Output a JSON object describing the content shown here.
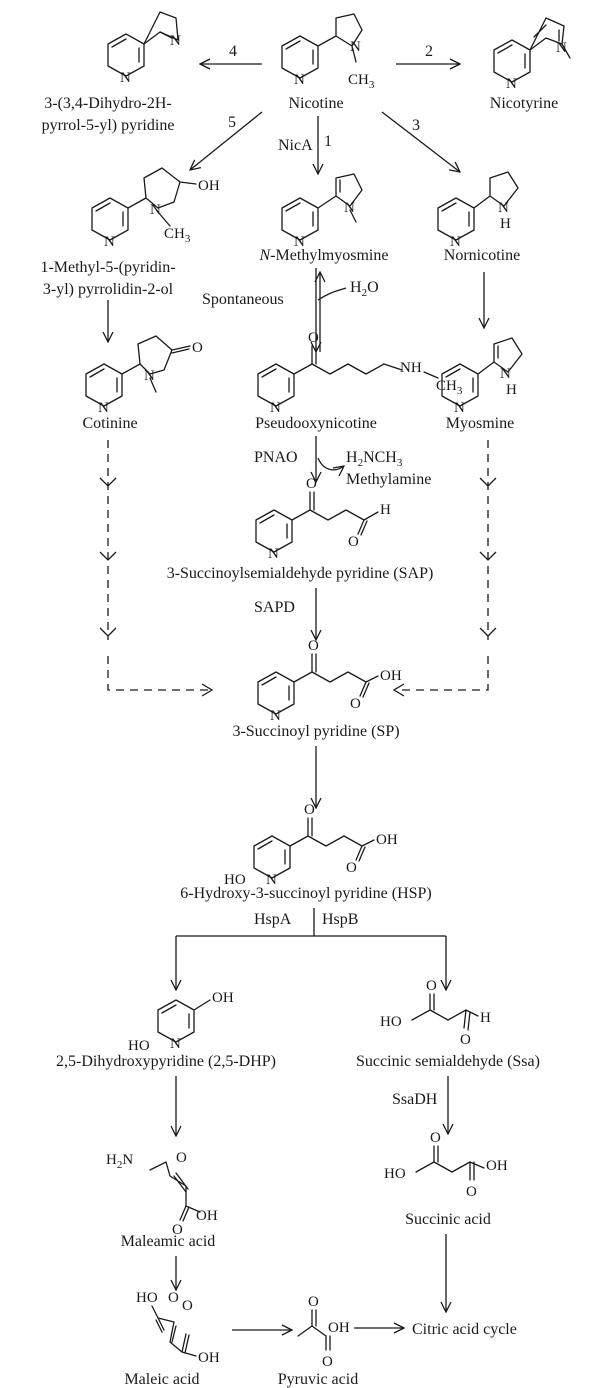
{
  "compounds": {
    "nicotine": "Nicotine",
    "nicotyrine": "Nicotyrine",
    "dihydropyrrolyl_pyridine": [
      "3-(3,4-Dihydro-2H-",
      "pyrrol-5-yl) pyridine"
    ],
    "methyl_pyrrolidinol": [
      "1-Methyl-5-(pyridin-",
      "3-yl)  pyrrolidin-2-ol"
    ],
    "n_methylmyosmine": "-Methylmyosmine",
    "n_methylmyosmine_prefix": "N",
    "nornicotine": "Nornicotine",
    "cotinine": "Cotinine",
    "pseudooxynicotine": "Pseudooxynicotine",
    "myosmine": "Myosmine",
    "methylamine": "Methylamine",
    "sap": "3-Succinoylsemialdehyde pyridine (SAP)",
    "sp": "3-Succinoyl pyridine (SP)",
    "hsp": "6-Hydroxy-3-succinoyl pyridine (HSP)",
    "dhp": "2,5-Dihydroxypyridine (2,5-DHP)",
    "ssa": "Succinic semialdehyde (Ssa)",
    "maleamic_acid": "Maleamic acid",
    "succinic_acid": "Succinic acid",
    "maleic_acid": "Maleic acid",
    "pyruvic_acid": "Pyruvic acid",
    "citric_acid_cycle": "Citric acid cycle"
  },
  "pathway_numbers": [
    "4",
    "2",
    "5",
    "1",
    "3"
  ],
  "enzymes": {
    "nica": "NicA",
    "spontaneous": "Spontaneous",
    "pnao": "PNAO",
    "sapd": "SAPD",
    "hspa": "HspA",
    "hspb": "HspB",
    "ssadh": "SsaDH"
  },
  "reagents": {
    "water_main": "H",
    "water_sub": "2",
    "water_tail": "O",
    "methylamine_formula": "H2NCH3"
  },
  "atoms": {
    "n": "N",
    "nh": "NH",
    "h": "H",
    "o": "O",
    "oh": "OH",
    "ho": "HO",
    "ch3": "CH",
    "sub3": "3",
    "h2n_h": "H",
    "h2n_sub": "2",
    "h2n_n": "N",
    "nh_ch3": "NH",
    "h2nch3_h": "H",
    "h2nch3_2": "2",
    "h2nch3_nch": "NCH",
    "h2nch3_3": "3"
  }
}
